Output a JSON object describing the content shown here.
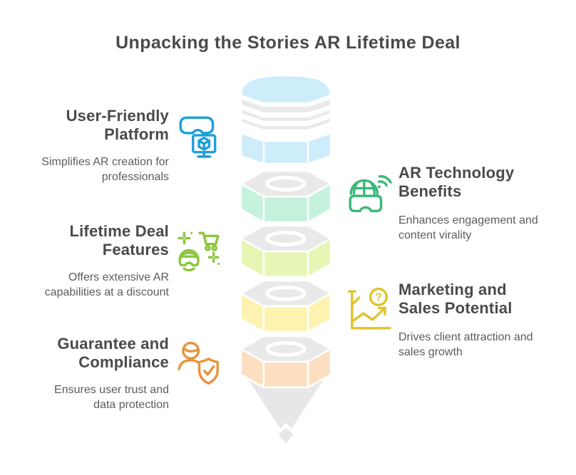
{
  "page": {
    "title": "Unpacking the Stories AR Lifetime Deal",
    "background": "#ffffff"
  },
  "text_colors": {
    "heading": "#4a4a4a",
    "body": "#5c5c5c"
  },
  "items": {
    "left": [
      {
        "title": "User-Friendly Platform",
        "title_lines": [
          "User-Friendly",
          "Platform"
        ],
        "desc": "Simplifies AR creation for professionals",
        "desc_lines": [
          "Simplifies AR creation for",
          "professionals"
        ],
        "icon": "vr-headset-monitor-icon",
        "color": "#1d9fd9"
      },
      {
        "title": "Lifetime Deal Features",
        "title_lines": [
          "Lifetime Deal",
          "Features"
        ],
        "desc": "Offers extensive AR capabilities at a discount",
        "desc_lines": [
          "Offers extensive AR",
          "capabilities at a discount"
        ],
        "icon": "vr-headset-cart-icon",
        "color": "#8cc63e"
      },
      {
        "title": "Guarantee and Compliance",
        "title_lines": [
          "Guarantee and",
          "Compliance"
        ],
        "desc": "Ensures user trust and data protection",
        "desc_lines": [
          "Ensures user trust and",
          "data protection"
        ],
        "icon": "person-shield-check-icon",
        "color": "#e8923c"
      }
    ],
    "right": [
      {
        "title": "AR Technology Benefits",
        "title_lines": [
          "AR Technology",
          "Benefits"
        ],
        "desc": "Enhances engagement and content virality",
        "desc_lines": [
          "Enhances engagement and",
          "content virality"
        ],
        "icon": "globe-wifi-vr-icon",
        "color": "#3cb878"
      },
      {
        "title": "Marketing and Sales Potential",
        "title_lines": [
          "Marketing and",
          "Sales Potential"
        ],
        "desc": "Drives client attraction and sales growth",
        "desc_lines": [
          "Drives client attraction and",
          "sales growth"
        ],
        "icon": "chart-growth-question-icon",
        "color": "#e2c32a"
      }
    ]
  },
  "icons": {
    "question_mark": "?"
  },
  "funnel": {
    "layers": [
      {
        "label": "layer-1-top",
        "color": "#cdedfb"
      },
      {
        "label": "layer-2",
        "color": "#c5f2dc"
      },
      {
        "label": "layer-3",
        "color": "#e7f6b4"
      },
      {
        "label": "layer-4",
        "color": "#fdf2b0"
      },
      {
        "label": "layer-5",
        "color": "#fcdfc1"
      }
    ],
    "band_color": "#e9e9ea",
    "cone_color": "#e7e7e8"
  }
}
